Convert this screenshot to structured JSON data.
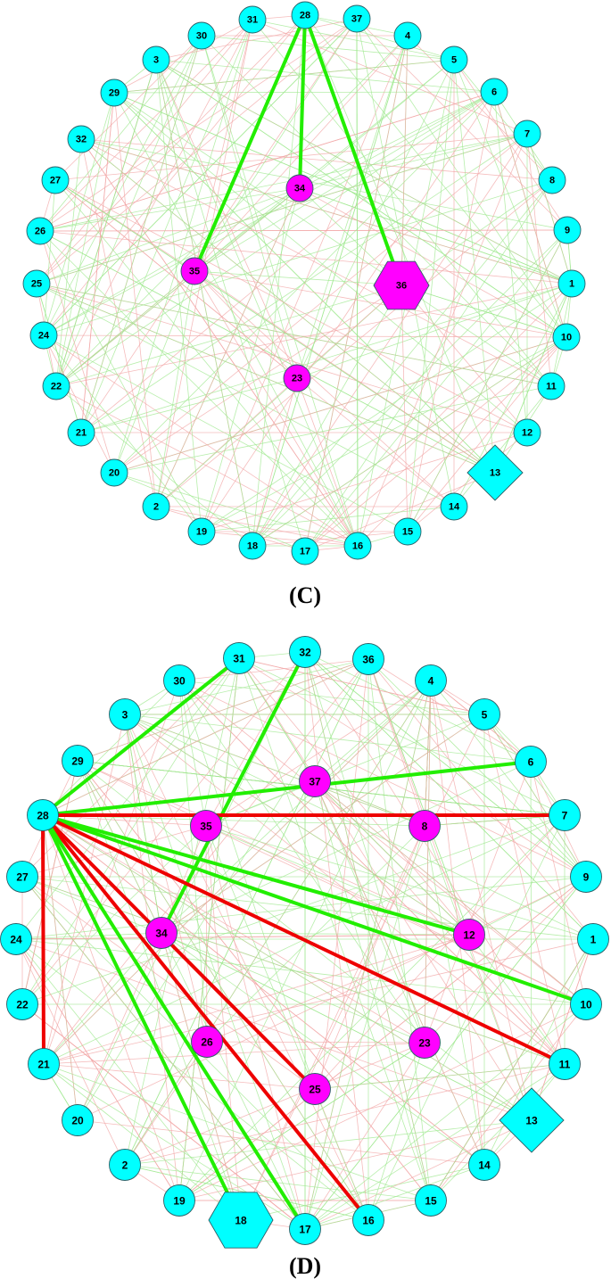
{
  "colors": {
    "node_default": "#00ffff",
    "node_highlight": "#ff00ff",
    "node_stroke": "#2a5f66",
    "edge_positive_thick": "#22ee00",
    "edge_negative_thick": "#ee0000",
    "edge_positive_thin": "#9fe88f",
    "edge_negative_thin": "#f2a6a6"
  },
  "panels": [
    {
      "id": "C",
      "label": "(C)",
      "nodes": [
        {
          "id": "28",
          "color": "cyan",
          "shape": "circle"
        },
        {
          "id": "37",
          "color": "cyan",
          "shape": "circle"
        },
        {
          "id": "4",
          "color": "cyan",
          "shape": "circle"
        },
        {
          "id": "5",
          "color": "cyan",
          "shape": "circle"
        },
        {
          "id": "6",
          "color": "cyan",
          "shape": "circle"
        },
        {
          "id": "7",
          "color": "cyan",
          "shape": "circle"
        },
        {
          "id": "8",
          "color": "cyan",
          "shape": "circle"
        },
        {
          "id": "9",
          "color": "cyan",
          "shape": "circle"
        },
        {
          "id": "1",
          "color": "cyan",
          "shape": "circle"
        },
        {
          "id": "10",
          "color": "cyan",
          "shape": "circle"
        },
        {
          "id": "11",
          "color": "cyan",
          "shape": "circle"
        },
        {
          "id": "12",
          "color": "cyan",
          "shape": "circle"
        },
        {
          "id": "13",
          "color": "cyan",
          "shape": "diamond"
        },
        {
          "id": "14",
          "color": "cyan",
          "shape": "circle"
        },
        {
          "id": "15",
          "color": "cyan",
          "shape": "circle"
        },
        {
          "id": "16",
          "color": "cyan",
          "shape": "circle"
        },
        {
          "id": "17",
          "color": "cyan",
          "shape": "circle"
        },
        {
          "id": "18",
          "color": "cyan",
          "shape": "circle"
        },
        {
          "id": "19",
          "color": "cyan",
          "shape": "circle"
        },
        {
          "id": "2",
          "color": "cyan",
          "shape": "circle"
        },
        {
          "id": "20",
          "color": "cyan",
          "shape": "circle"
        },
        {
          "id": "21",
          "color": "cyan",
          "shape": "circle"
        },
        {
          "id": "22",
          "color": "cyan",
          "shape": "circle"
        },
        {
          "id": "24",
          "color": "cyan",
          "shape": "circle"
        },
        {
          "id": "25",
          "color": "cyan",
          "shape": "circle"
        },
        {
          "id": "26",
          "color": "cyan",
          "shape": "circle"
        },
        {
          "id": "27",
          "color": "cyan",
          "shape": "circle"
        },
        {
          "id": "32",
          "color": "cyan",
          "shape": "circle"
        },
        {
          "id": "29",
          "color": "cyan",
          "shape": "circle"
        },
        {
          "id": "3",
          "color": "cyan",
          "shape": "circle"
        },
        {
          "id": "30",
          "color": "cyan",
          "shape": "circle"
        },
        {
          "id": "31",
          "color": "cyan",
          "shape": "circle"
        },
        {
          "id": "34",
          "color": "magenta",
          "shape": "circle"
        },
        {
          "id": "35",
          "color": "magenta",
          "shape": "circle"
        },
        {
          "id": "36",
          "color": "magenta",
          "shape": "hexagon"
        },
        {
          "id": "23",
          "color": "magenta",
          "shape": "circle"
        }
      ],
      "highlight_edges": [
        {
          "from": "28",
          "to": "35",
          "sign": "positive"
        },
        {
          "from": "28",
          "to": "34",
          "sign": "positive"
        },
        {
          "from": "28",
          "to": "36",
          "sign": "positive"
        }
      ]
    },
    {
      "id": "D",
      "label": "(D)",
      "nodes": [
        {
          "id": "32",
          "color": "cyan",
          "shape": "circle"
        },
        {
          "id": "36",
          "color": "cyan",
          "shape": "circle"
        },
        {
          "id": "4",
          "color": "cyan",
          "shape": "circle"
        },
        {
          "id": "5",
          "color": "cyan",
          "shape": "circle"
        },
        {
          "id": "6",
          "color": "cyan",
          "shape": "circle"
        },
        {
          "id": "7",
          "color": "cyan",
          "shape": "circle"
        },
        {
          "id": "9",
          "color": "cyan",
          "shape": "circle"
        },
        {
          "id": "1",
          "color": "cyan",
          "shape": "circle"
        },
        {
          "id": "10",
          "color": "cyan",
          "shape": "circle"
        },
        {
          "id": "11",
          "color": "cyan",
          "shape": "circle"
        },
        {
          "id": "13",
          "color": "cyan",
          "shape": "diamond"
        },
        {
          "id": "14",
          "color": "cyan",
          "shape": "circle"
        },
        {
          "id": "15",
          "color": "cyan",
          "shape": "circle"
        },
        {
          "id": "16",
          "color": "cyan",
          "shape": "circle"
        },
        {
          "id": "17",
          "color": "cyan",
          "shape": "circle"
        },
        {
          "id": "18",
          "color": "cyan",
          "shape": "hexagon"
        },
        {
          "id": "19",
          "color": "cyan",
          "shape": "circle"
        },
        {
          "id": "2",
          "color": "cyan",
          "shape": "circle"
        },
        {
          "id": "20",
          "color": "cyan",
          "shape": "circle"
        },
        {
          "id": "21",
          "color": "cyan",
          "shape": "circle"
        },
        {
          "id": "22",
          "color": "cyan",
          "shape": "circle"
        },
        {
          "id": "24",
          "color": "cyan",
          "shape": "circle"
        },
        {
          "id": "27",
          "color": "cyan",
          "shape": "circle"
        },
        {
          "id": "28",
          "color": "cyan",
          "shape": "circle"
        },
        {
          "id": "29",
          "color": "cyan",
          "shape": "circle"
        },
        {
          "id": "3",
          "color": "cyan",
          "shape": "circle"
        },
        {
          "id": "30",
          "color": "cyan",
          "shape": "circle"
        },
        {
          "id": "31",
          "color": "cyan",
          "shape": "circle"
        },
        {
          "id": "37",
          "color": "magenta",
          "shape": "circle"
        },
        {
          "id": "35",
          "color": "magenta",
          "shape": "circle"
        },
        {
          "id": "8",
          "color": "magenta",
          "shape": "circle"
        },
        {
          "id": "34",
          "color": "magenta",
          "shape": "circle"
        },
        {
          "id": "12",
          "color": "magenta",
          "shape": "circle"
        },
        {
          "id": "26",
          "color": "magenta",
          "shape": "circle"
        },
        {
          "id": "23",
          "color": "magenta",
          "shape": "circle"
        },
        {
          "id": "25",
          "color": "magenta",
          "shape": "circle"
        }
      ],
      "highlight_edges": [
        {
          "from": "28",
          "to": "31",
          "sign": "positive"
        },
        {
          "from": "32",
          "to": "34",
          "sign": "positive"
        },
        {
          "from": "28",
          "to": "6",
          "sign": "positive"
        },
        {
          "from": "28",
          "to": "7",
          "sign": "negative"
        },
        {
          "from": "28",
          "to": "12",
          "sign": "positive"
        },
        {
          "from": "28",
          "to": "10",
          "sign": "positive"
        },
        {
          "from": "28",
          "to": "11",
          "sign": "negative"
        },
        {
          "from": "28",
          "to": "25",
          "sign": "negative"
        },
        {
          "from": "28",
          "to": "16",
          "sign": "negative"
        },
        {
          "from": "28",
          "to": "17",
          "sign": "positive"
        },
        {
          "from": "28",
          "to": "18",
          "sign": "positive"
        },
        {
          "from": "28",
          "to": "21",
          "sign": "negative"
        }
      ]
    }
  ]
}
